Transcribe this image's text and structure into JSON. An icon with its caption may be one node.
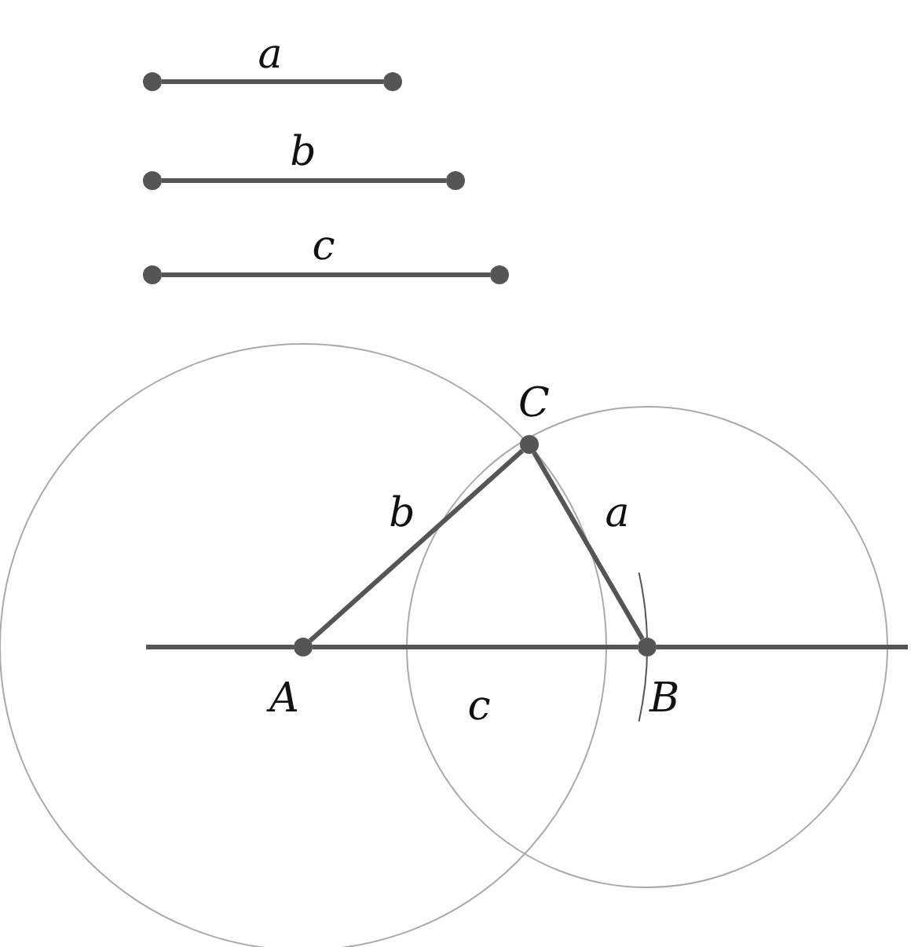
{
  "diagram": {
    "nodes": [
      {
        "text": [],
        "shape": "circle"
      },
      {
        "text": [],
        "shape": "circle"
      },
      {
        "text": [],
        "shape": "circle"
      },
      {
        "text": [],
        "shape": "circle"
      },
      {
        "text": [],
        "shape": "circle"
      },
      {
        "text": [],
        "shape": "circle"
      },
      {
        "text": [
          "A"
        ]
      },
      {
        "text": [
          "B"
        ]
      },
      {
        "text": [
          "C"
        ]
      }
    ],
    "edges": [
      {
        "from": 0,
        "to": 1,
        "arrow": "none",
        "label": "a"
      },
      {
        "from": 2,
        "to": 3,
        "arrow": "none",
        "label": "b"
      },
      {
        "from": 4,
        "to": 5,
        "arrow": "none",
        "label": "c"
      },
      {
        "from": 6,
        "to": 8,
        "arrow": "none",
        "label": "b"
      },
      {
        "from": 8,
        "to": 7,
        "arrow": "none",
        "label": "a"
      },
      {
        "from": 6,
        "to": 7,
        "arrow": "none",
        "label": "c"
      }
    ]
  }
}
